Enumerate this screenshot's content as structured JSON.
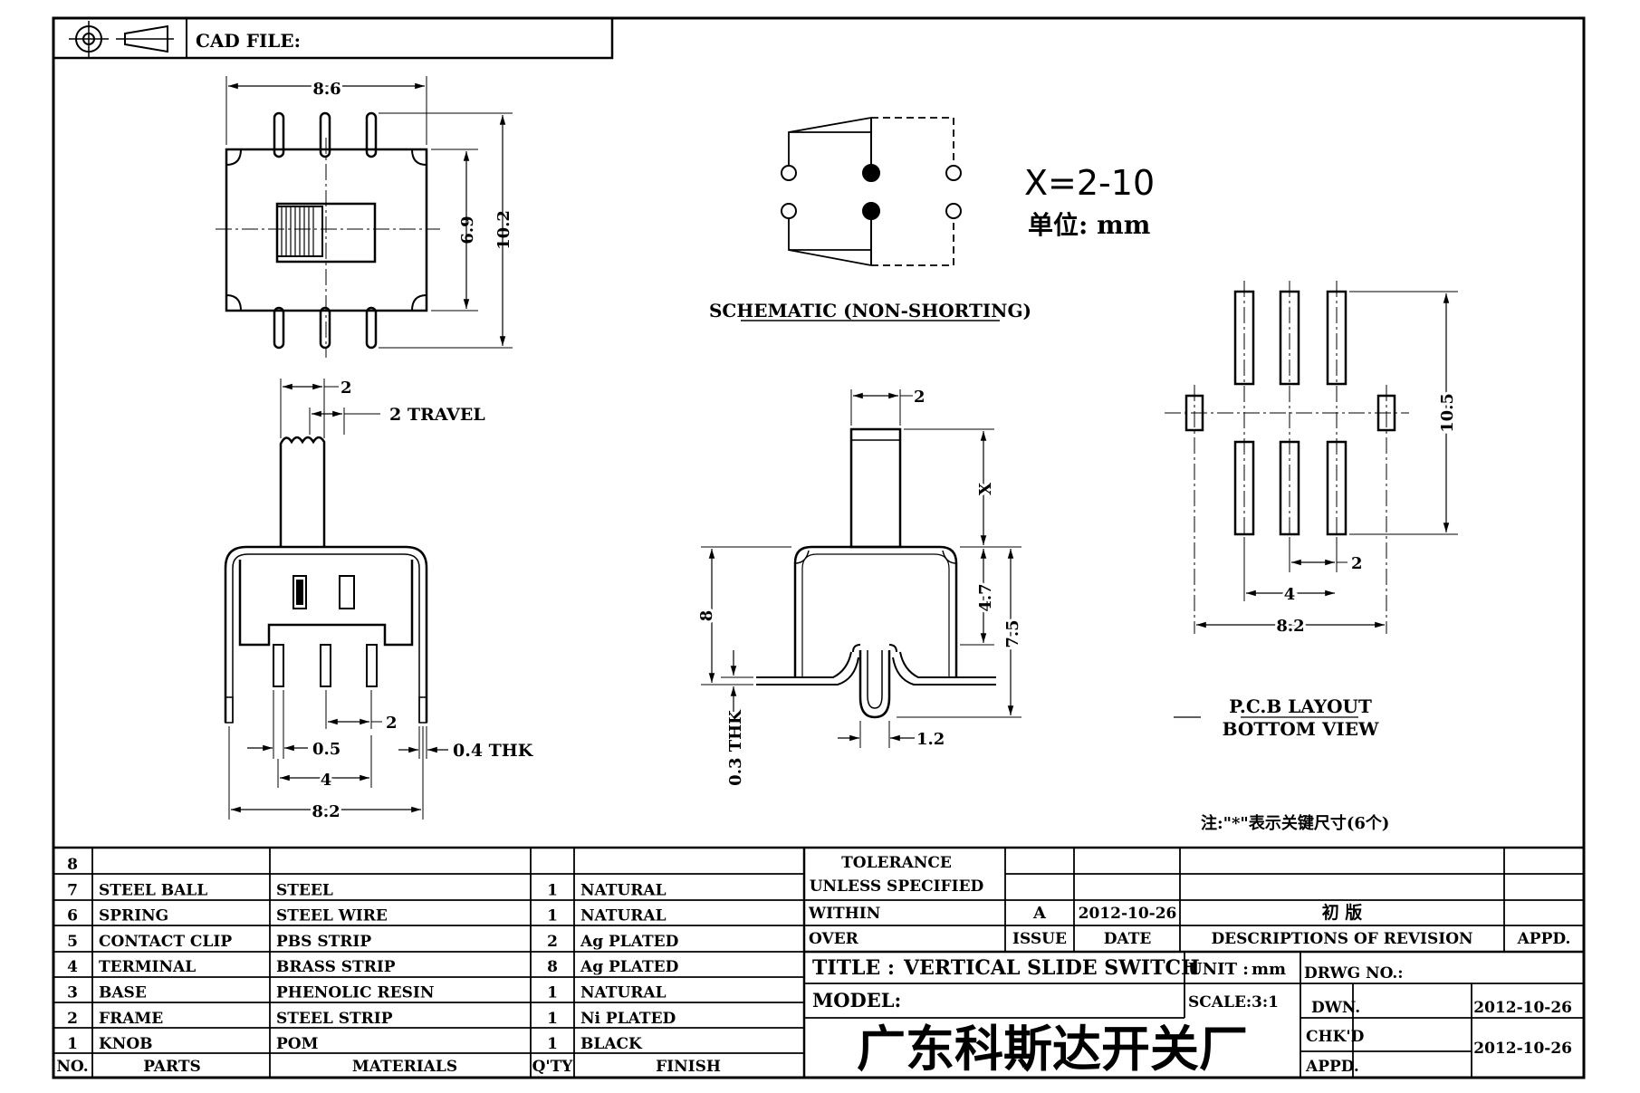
{
  "header": {
    "cad_file_label": "CAD FILE:"
  },
  "top_view": {
    "width": "8.6",
    "height_inner": "6.9",
    "height_outer": "10.2"
  },
  "side_view": {
    "knob_width": "2",
    "travel": "2 TRAVEL",
    "pin_width": "0.5",
    "pin_pitch": "2",
    "pin_span": "4",
    "overall": "8.2",
    "thickness": "0.4 THK"
  },
  "front_view": {
    "knob_width": "2",
    "knob_height": "X",
    "body_height": "4.7",
    "overall_height": "7.5",
    "frame_height": "8",
    "thickness": "0.3 THK",
    "pin_width": "1.2"
  },
  "schematic": {
    "title": "SCHEMATIC (NON-SHORTING)"
  },
  "notes": {
    "x_range": "X=2-10",
    "unit_label": "单位: mm",
    "key_dims_note": "注:\"*\"表示关键尺寸(6个)"
  },
  "pcb_layout": {
    "title": "P.C.B LAYOUT",
    "subtitle": "BOTTOM VIEW",
    "height": "10.5",
    "pitch": "2",
    "span": "4",
    "overall": "8.2"
  },
  "bom": {
    "headers": [
      "NO.",
      "PARTS",
      "MATERIALS",
      "Q'TY",
      "FINISH"
    ],
    "rows": [
      [
        "8",
        "",
        "",
        "",
        ""
      ],
      [
        "7",
        "STEEL BALL",
        "STEEL",
        "1",
        "NATURAL"
      ],
      [
        "6",
        "SPRING",
        "STEEL WIRE",
        "1",
        "NATURAL"
      ],
      [
        "5",
        "CONTACT CLIP",
        "PBS STRIP",
        "2",
        "Ag PLATED"
      ],
      [
        "4",
        "TERMINAL",
        "BRASS STRIP",
        "8",
        "Ag PLATED"
      ],
      [
        "3",
        "BASE",
        "PHENOLIC RESIN",
        "1",
        "NATURAL"
      ],
      [
        "2",
        "FRAME",
        "STEEL STRIP",
        "1",
        "Ni PLATED"
      ],
      [
        "1",
        "KNOB",
        "POM",
        "1",
        "BLACK"
      ]
    ]
  },
  "tolerance": {
    "line1": "TOLERANCE",
    "line2": "UNLESS  SPECIFIED",
    "within": "WITHIN",
    "over": "OVER"
  },
  "revision": {
    "issue": "A",
    "date": "2012-10-26",
    "description": "初  版",
    "headers": {
      "issue": "ISSUE",
      "date": "DATE",
      "description": "DESCRIPTIONS OF REVISION",
      "appd": "APPD."
    }
  },
  "title_block": {
    "title_label": "TITLE :",
    "title": "VERTICAL  SLIDE  SWITCH",
    "model_label": "MODEL:",
    "unit_label": "UNIT :",
    "unit": "mm",
    "scale_label": "SCALE:",
    "scale": "3:1",
    "drwg_label": "DRWG NO.:",
    "dwn_label": "DWN.",
    "dwn_date": "2012-10-26",
    "chkd_label": "CHK'D",
    "appd_label": "APPD.",
    "chkd_date": "2012-10-26",
    "company": "广东科斯达开关厂"
  }
}
